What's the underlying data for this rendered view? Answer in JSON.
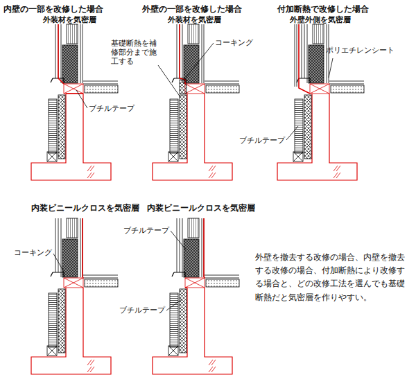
{
  "diagram": {
    "labels": [
      "内壁の一部を改修した場合",
      "外装材を気密層",
      "ブチルテープ",
      "外壁の一部を改修した場合",
      "外装材を気密層",
      "基礎断熱を補修部分まで施工する",
      "コーキング",
      "付加断熱で改修した場合",
      "外壁外側を気密層",
      "ポリエチレンシート",
      "ブチルテープ",
      "内装ビニールクロスを気密層",
      "コーキング",
      "内装ビニールクロスを気密層",
      "ブチルテープ",
      "ブチルテープ",
      "外壁を撤去する改修の場合、内壁を撤去する改修の場合、付加断熱により改修する場合と、どの改修工法を選んでも基礎断熱だと気密層を作りやすい。"
    ]
  }
}
